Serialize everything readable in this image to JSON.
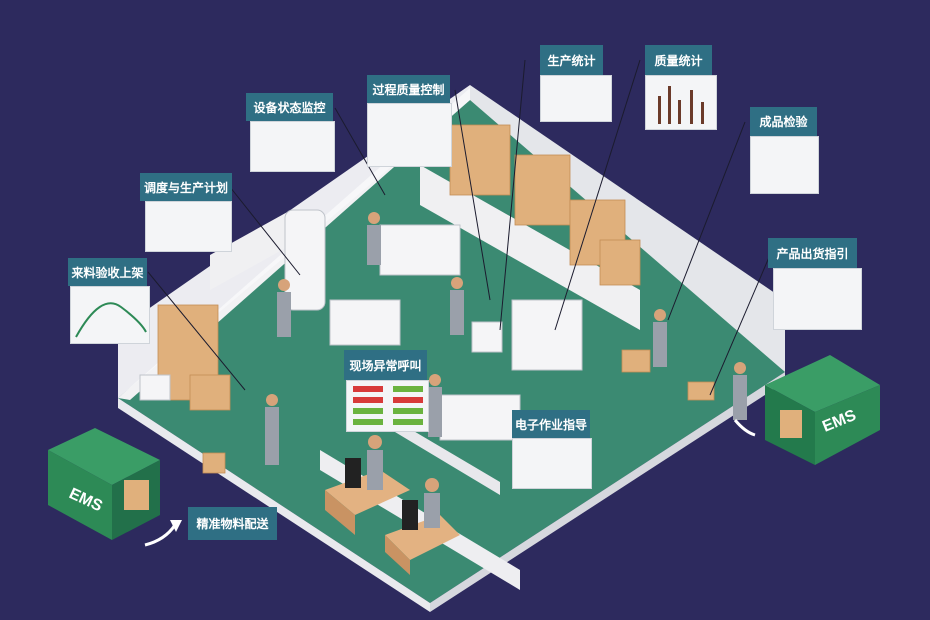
{
  "title": "智能工厂 MES 功能示意",
  "labels": {
    "production_stats": "生产统计",
    "quality_stats": "质量统计",
    "process_quality": "过程质量控制",
    "equipment_monitor": "设备状态监控",
    "final_inspection": "成品检验",
    "scheduling": "调度与生产计划",
    "shipping_guide": "产品出货指引",
    "incoming_material": "来料验收上架",
    "andon": "现场异常呼叫",
    "e_sop": "电子作业指导",
    "material_delivery": "精准物料配送"
  },
  "trucks": {
    "left": "EMS",
    "right": "EMS"
  },
  "colors": {
    "background": "#2d2a5e",
    "floor": "#3b8a72",
    "label": "#2f6f84",
    "wall": "#f2f2f4",
    "box": "#e0b07c"
  }
}
